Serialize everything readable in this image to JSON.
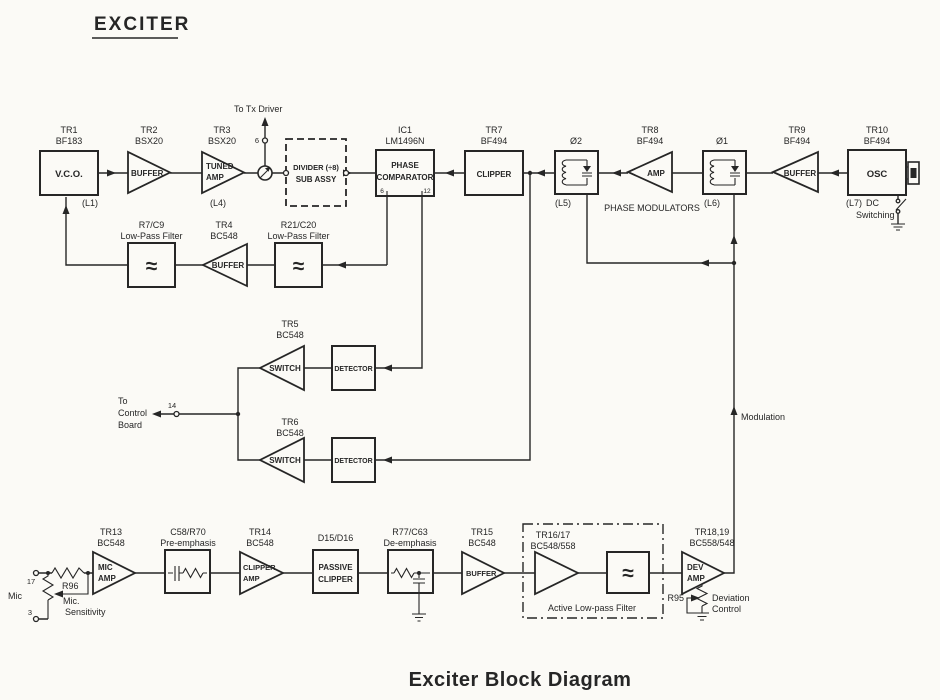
{
  "title": "EXCITER",
  "caption": "Exciter Block Diagram",
  "colors": {
    "ink": "#262626",
    "paper": "#fbfaf6"
  },
  "modulation": "Modulation",
  "top": {
    "vco": {
      "ref": "TR1",
      "part": "BF183",
      "name": "V.C.O.",
      "coil": "(L1)"
    },
    "buf1": {
      "ref": "TR2",
      "part": "BSX20",
      "name": "BUFFER"
    },
    "tamp": {
      "ref": "TR3",
      "part": "BSX20",
      "name1": "TUNED",
      "name2": "AMP",
      "coil": "(L4)"
    },
    "tx": {
      "pin": "6",
      "dest": "To Tx Driver"
    },
    "div": {
      "name1": "DIVIDER (÷8)",
      "name2": "SUB ASSY"
    },
    "pc": {
      "ref": "IC1",
      "part": "LM1496N",
      "name1": "PHASE",
      "name2": "COMPARATOR",
      "pin1": "6",
      "pin2": "12"
    },
    "clip": {
      "ref": "TR7",
      "part": "BF494",
      "name": "CLIPPER"
    },
    "mod2": {
      "name": "Ø2",
      "coil": "(L5)"
    },
    "amp": {
      "ref": "TR8",
      "part": "BF494",
      "name": "AMP"
    },
    "pm_caption": "PHASE MODULATORS",
    "mod1": {
      "name": "Ø1",
      "coil": "(L6)"
    },
    "buf2": {
      "ref": "TR9",
      "part": "BF494",
      "name": "BUFFER"
    },
    "osc": {
      "ref": "TR10",
      "part": "BF494",
      "name": "OSC",
      "coil": "(L7)",
      "dc1": "DC",
      "dc2": "Switching"
    }
  },
  "pll": {
    "lpf1": {
      "ref": "R7/C9",
      "sub": "Low-Pass Filter",
      "sym": "≈"
    },
    "buf": {
      "ref": "TR4",
      "part": "BC548",
      "name": "BUFFER"
    },
    "lpf2": {
      "ref": "R21/C20",
      "sub": "Low-Pass Filter",
      "sym": "≈"
    }
  },
  "det": {
    "sw1": {
      "ref": "TR5",
      "part": "BC548",
      "name": "SWITCH"
    },
    "d1": {
      "name": "DETECTOR"
    },
    "sw2": {
      "ref": "TR6",
      "part": "BC548",
      "name": "SWITCH"
    },
    "d2": {
      "name": "DETECTOR"
    },
    "cb": {
      "pin": "14",
      "l1": "To",
      "l2": "Control",
      "l3": "Board"
    }
  },
  "audio": {
    "mic": {
      "name": "Mic",
      "pin_top": "17",
      "pin_bot": "3",
      "pot": "R96",
      "pot1": "Mic.",
      "pot2": "Sensitivity"
    },
    "micamp": {
      "ref": "TR13",
      "part": "BC548",
      "name1": "MIC",
      "name2": "AMP"
    },
    "pre": {
      "ref": "C58/R70",
      "sub": "Pre-emphasis"
    },
    "clipamp": {
      "ref": "TR14",
      "part": "BC548",
      "name1": "CLIPPER",
      "name2": "AMP"
    },
    "pclip": {
      "ref": "D15/D16",
      "name1": "PASSIVE",
      "name2": "CLIPPER"
    },
    "de": {
      "ref": "R77/C63",
      "sub": "De-emphasis"
    },
    "buf": {
      "ref": "TR15",
      "part": "BC548",
      "name": "BUFFER"
    },
    "alpf": {
      "ref": "TR16/17",
      "part": "BC548/558",
      "caption": "Active Low-pass Filter",
      "sym": "≈"
    },
    "dev": {
      "ref": "TR18,19",
      "part": "BC558/548",
      "name1": "DEV",
      "name2": "AMP"
    },
    "devpot": {
      "ref": "R95",
      "l1": "Deviation",
      "l2": "Control"
    }
  }
}
